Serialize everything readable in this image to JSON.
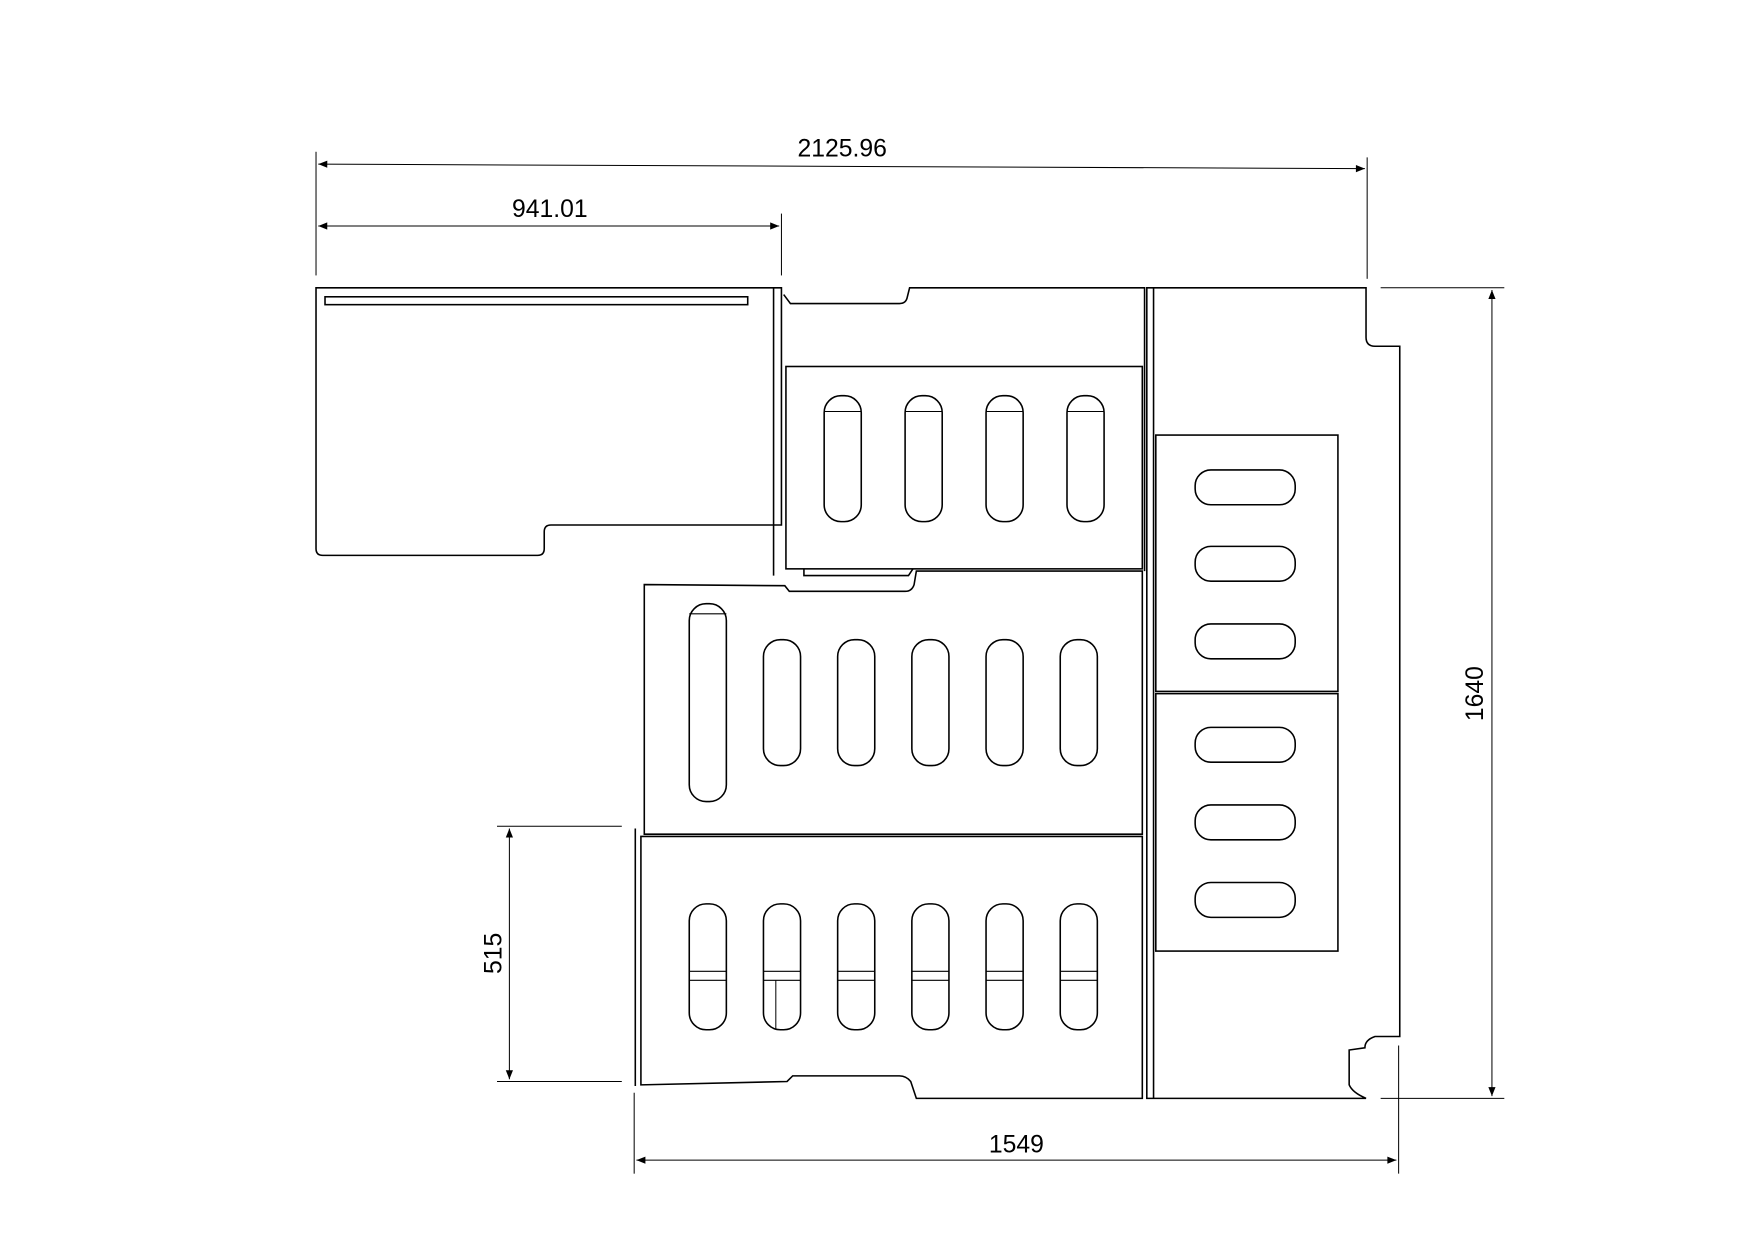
{
  "drawing": {
    "title": "Modular tray layout - top view",
    "dimensions": {
      "overall_width": "2125.96",
      "left_module_width": "941.01",
      "overall_height": "1640",
      "bottom_module_height": "515",
      "base_width": "1549"
    },
    "colors": {
      "line": "#000000",
      "background": "#ffffff"
    }
  }
}
